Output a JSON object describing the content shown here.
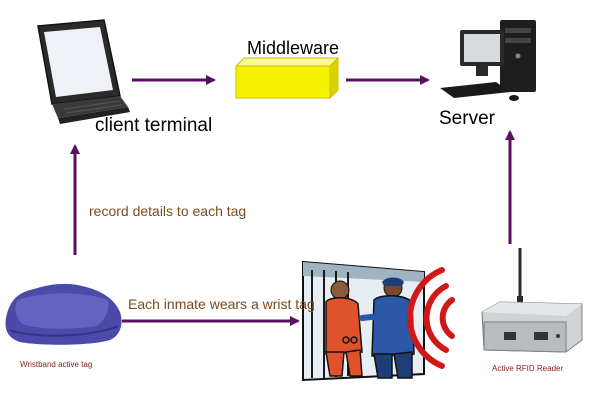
{
  "nodes": {
    "client_terminal": {
      "label": "client terminal",
      "icon": "laptop-icon"
    },
    "middleware": {
      "label": "Middleware",
      "icon": "middleware-box"
    },
    "server": {
      "label": "Server",
      "icon": "desktop-computer-icon"
    },
    "wristband": {
      "label": "Wristband active tag",
      "icon": "wristband-tag-icon"
    },
    "inmates": {
      "label": "",
      "icon": "inmates-escort-illustration"
    },
    "reader": {
      "label": "Active RFID Reader",
      "icon": "rfid-reader-icon"
    }
  },
  "edges": {
    "record_details": {
      "label": "record details to each tag"
    },
    "inmate_wears": {
      "label": "Each inmate wears a wrist tag"
    }
  },
  "colors": {
    "arrow": "#5a1060",
    "middleware_fill": "#f7f200",
    "wristband": "#4b4aa8",
    "signal": "#d01818",
    "inmate_suit": "#e0522b",
    "guard_suit": "#2c58a8",
    "edge_label": "#7a4a1e",
    "caption": "#8b1a1a"
  }
}
